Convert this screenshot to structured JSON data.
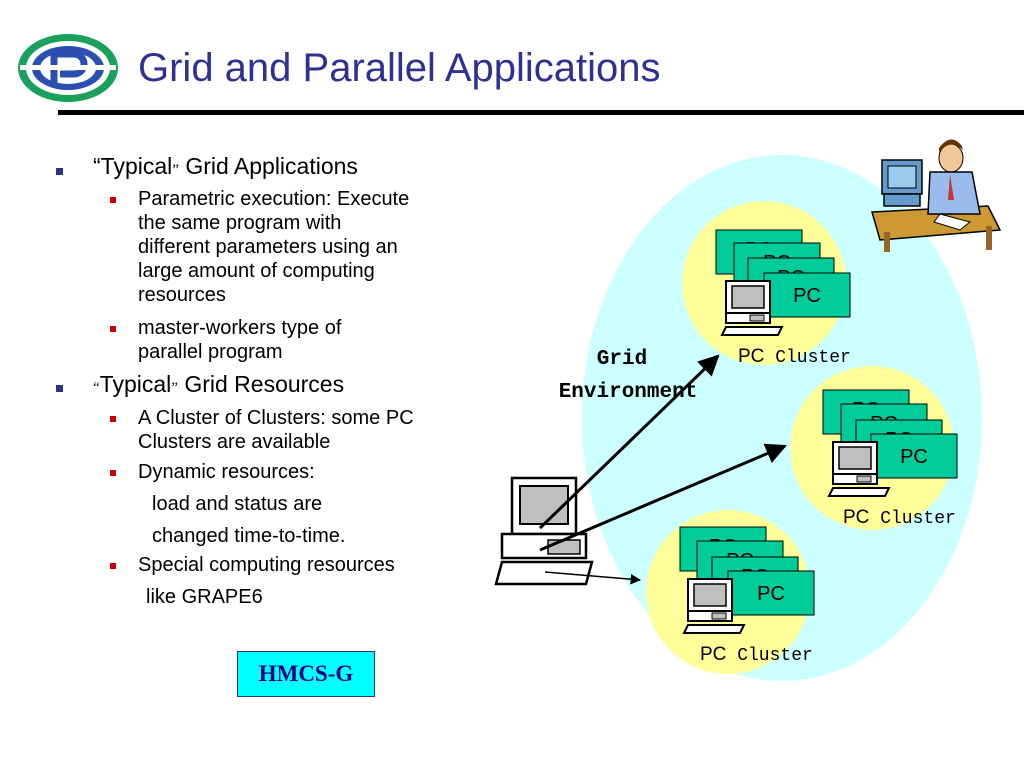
{
  "slide": {
    "title": "Grid and Parallel Applications"
  },
  "bullets": {
    "typical_apps": {
      "open_quote": "“",
      "word": "Typical",
      "close_quote": "”",
      "rest": " Grid Applications",
      "items": [
        {
          "lines": [
            "Parametric execution: Execute",
            "the same program with",
            "different parameters using an",
            "large amount of computing",
            "resources"
          ]
        },
        {
          "lines": [
            "master-workers type of",
            "parallel program"
          ]
        }
      ]
    },
    "typical_resources": {
      "open_quote": "“",
      "word": "Typical",
      "close_quote": "”",
      "rest": " Grid Resources",
      "items": [
        {
          "lines": [
            "A Cluster of Clusters: some PC",
            "Clusters are available"
          ]
        },
        {
          "lines": [
            "Dynamic resources:",
            "load and status are",
            "changed time-to-time."
          ]
        },
        {
          "lines": [
            "Special computing resources",
            "like GRAPE6"
          ]
        }
      ]
    }
  },
  "diagram": {
    "grid_label": [
      "Grid",
      "Environment"
    ],
    "pc_label": "PC",
    "clusters": [
      {
        "name_pc": "PC",
        "name_rest": " Cluster"
      },
      {
        "name_pc": "PC",
        "name_rest": " Cluster"
      },
      {
        "name_pc": "PC",
        "name_rest": " Cluster"
      }
    ],
    "colors": {
      "environment": "#ccffff",
      "cluster": "#ffff99",
      "pc_box": "#00cc99",
      "arrow": "#000000"
    }
  },
  "box": {
    "label": "HMCS-G"
  }
}
